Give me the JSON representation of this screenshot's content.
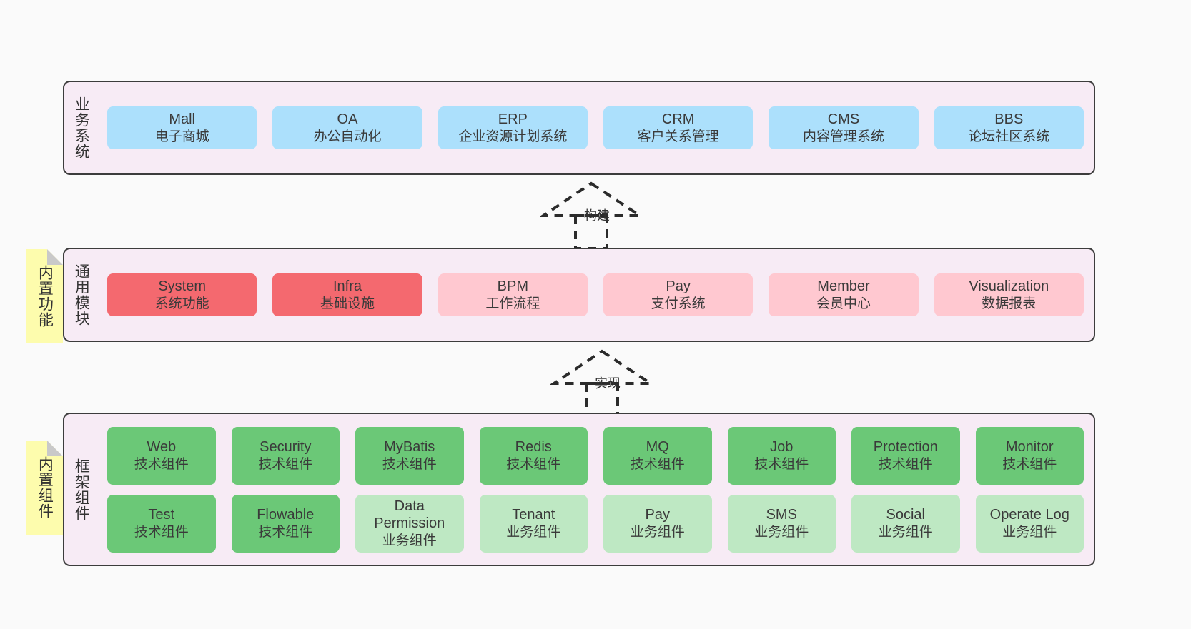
{
  "layers": [
    {
      "id": "business-system",
      "title": "业务系统",
      "rows": [
        {
          "style": "blue",
          "cards": [
            {
              "title": "Mall",
              "sub": "电子商城"
            },
            {
              "title": "OA",
              "sub": "办公自动化"
            },
            {
              "title": "ERP",
              "sub": "企业资源计划系统"
            },
            {
              "title": "CRM",
              "sub": "客户关系管理"
            },
            {
              "title": "CMS",
              "sub": "内容管理系统"
            },
            {
              "title": "BBS",
              "sub": "论坛社区系统"
            }
          ]
        }
      ]
    },
    {
      "id": "common-module",
      "title": "通用模块",
      "note": "内置功能",
      "rows": [
        {
          "style": "mixed",
          "cards": [
            {
              "title": "System",
              "sub": "系统功能",
              "style": "red"
            },
            {
              "title": "Infra",
              "sub": "基础设施",
              "style": "red"
            },
            {
              "title": "BPM",
              "sub": "工作流程",
              "style": "pink"
            },
            {
              "title": "Pay",
              "sub": "支付系统",
              "style": "pink"
            },
            {
              "title": "Member",
              "sub": "会员中心",
              "style": "pink"
            },
            {
              "title": "Visualization",
              "sub": "数据报表",
              "style": "pink"
            }
          ]
        }
      ]
    },
    {
      "id": "framework-component",
      "title": "框架组件",
      "note": "内置组件",
      "rows": [
        {
          "style": "green",
          "cards": [
            {
              "title": "Web",
              "sub": "技术组件",
              "style": "green"
            },
            {
              "title": "Security",
              "sub": "技术组件",
              "style": "green"
            },
            {
              "title": "MyBatis",
              "sub": "技术组件",
              "style": "green"
            },
            {
              "title": "Redis",
              "sub": "技术组件",
              "style": "green"
            },
            {
              "title": "MQ",
              "sub": "技术组件",
              "style": "green"
            },
            {
              "title": "Job",
              "sub": "技术组件",
              "style": "green"
            },
            {
              "title": "Protection",
              "sub": "技术组件",
              "style": "green"
            },
            {
              "title": "Monitor",
              "sub": "技术组件",
              "style": "green"
            }
          ]
        },
        {
          "style": "mixed",
          "cards": [
            {
              "title": "Test",
              "sub": "技术组件",
              "style": "green"
            },
            {
              "title": "Flowable",
              "sub": "技术组件",
              "style": "green"
            },
            {
              "title": "Data Permission",
              "sub": "业务组件",
              "style": "lightgreen"
            },
            {
              "title": "Tenant",
              "sub": "业务组件",
              "style": "lightgreen"
            },
            {
              "title": "Pay",
              "sub": "业务组件",
              "style": "lightgreen"
            },
            {
              "title": "SMS",
              "sub": "业务组件",
              "style": "lightgreen"
            },
            {
              "title": "Social",
              "sub": "业务组件",
              "style": "lightgreen"
            },
            {
              "title": "Operate Log",
              "sub": "业务组件",
              "style": "lightgreen"
            }
          ]
        }
      ]
    }
  ],
  "connectors": [
    {
      "id": "build",
      "label": "构建"
    },
    {
      "id": "implement",
      "label": "实现"
    }
  ],
  "colors": {
    "background": "#fafafa",
    "layer_fill": "#f7ebf5",
    "layer_border": "#3c3c3c",
    "blue": "#ace0fc",
    "red": "#f4696f",
    "pink": "#ffc8d0",
    "green": "#6bc877",
    "light_green": "#bee8c3",
    "note_fill": "#fdfcad",
    "note_fold": "#c9c9c9",
    "text": "#333333"
  }
}
